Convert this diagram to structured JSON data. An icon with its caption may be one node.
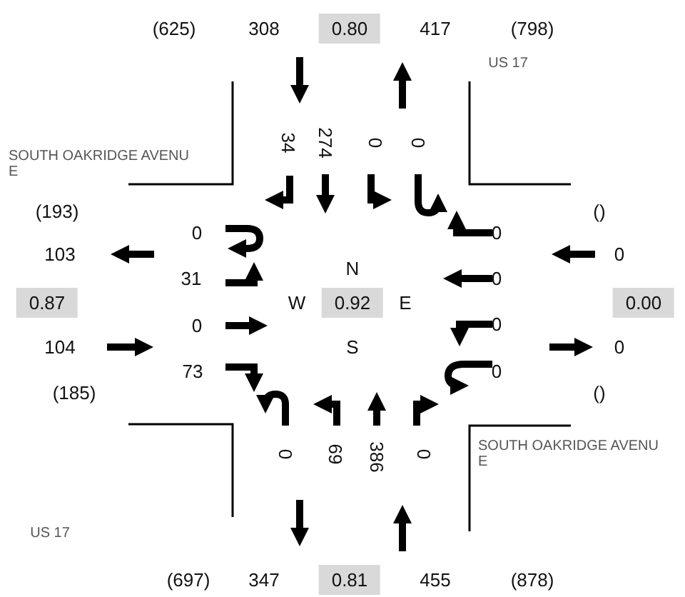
{
  "diagram": {
    "labels": [
      "(625)",
      "308",
      "0.80",
      "417",
      "(798)",
      "US 17",
      "SOUTH OAKRIDGE AVENUE",
      "34",
      "274",
      "0",
      "0",
      "(193)",
      "0",
      "()",
      "103",
      "0",
      "0",
      "31",
      "N",
      "0",
      "0.87",
      "W",
      "0.92",
      "E",
      "0.00",
      "0",
      "0",
      "104",
      "S",
      "0",
      "73",
      "0",
      "(185)",
      "()",
      "0",
      "69",
      "386",
      "0",
      "SOUTH OAKRIDGE AVENUE",
      "US 17",
      "(697)",
      "347",
      "0.81",
      "455",
      "(878)"
    ]
  }
}
